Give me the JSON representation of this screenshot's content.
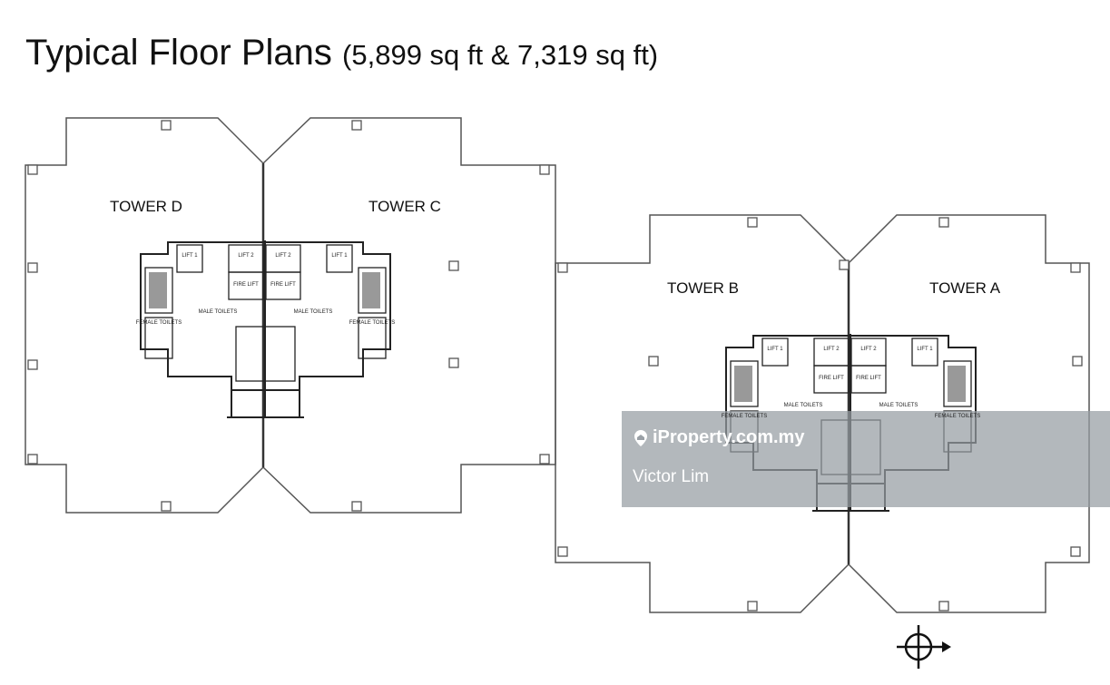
{
  "header": {
    "title": "Typical Floor Plans",
    "subtitle": "(5,899 sq ft & 7,319 sq ft)"
  },
  "towers": {
    "d": "TOWER D",
    "c": "TOWER C",
    "b": "TOWER B",
    "a": "TOWER A"
  },
  "core_labels": {
    "lift1": "LIFT 1",
    "lift2": "LIFT 2",
    "fire_lift": "FIRE LIFT",
    "male_toilets": "MALE TOILETS",
    "female_toilets": "FEMALE TOILETS"
  },
  "watermark": {
    "brand": "iProperty.com.my",
    "agent": "Victor Lim"
  },
  "icons": {
    "compass": "north-arrow-icon",
    "pin": "location-pin-icon"
  }
}
